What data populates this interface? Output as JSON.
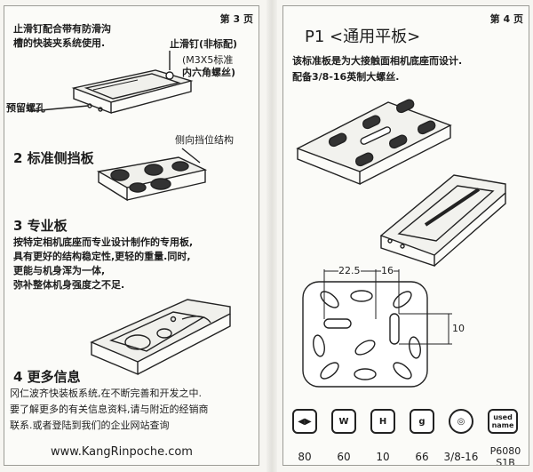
{
  "left": {
    "page_no": "第 3 页",
    "intro": [
      "止滑钉配合带有防滑沟",
      "槽的快装夹系统使用."
    ],
    "stop_pin": [
      "止滑钉(非标配)",
      "(M3X5标准",
      "内六角螺丝)"
    ],
    "reserve_hole": "预留螺孔",
    "side_stop": "侧向挡位结构",
    "section2": "2 标准侧挡板",
    "section3": "3 专业板",
    "section3_text": [
      "按特定相机底座而专业设计制作的专用板,",
      "具有更好的结构稳定性,更轻的重量.同时,",
      "更能与机身浑为一体,",
      "弥补整体机身强度之不足."
    ],
    "section4": "4 更多信息",
    "section4_text": [
      "冈仁波齐快装板系统,在不断完善和开发之中.",
      "要了解更多的有关信息资料,请与附近的经销商",
      "联系.或者登陆到我们的企业网站查询"
    ],
    "website": "www.KangRinpoche.com"
  },
  "right": {
    "page_no": "第 4 页",
    "title": "P1 <通用平板>",
    "desc": [
      "该标准板是为大接触面相机底座而设计.",
      "配备3/8-16英制大螺丝."
    ],
    "dims": {
      "d1": "22.5",
      "d2": "16",
      "d3": "10"
    },
    "specs": [
      {
        "icon": "length-icon",
        "glyph": "◀▶",
        "value": "80"
      },
      {
        "icon": "width-icon",
        "glyph": "W",
        "value": "60"
      },
      {
        "icon": "height-icon",
        "glyph": "H",
        "value": "10"
      },
      {
        "icon": "weight-icon",
        "glyph": "g",
        "value": "66"
      },
      {
        "icon": "screw-icon",
        "glyph": "◎",
        "value": "3/8-16"
      },
      {
        "icon": "used-name-icon",
        "glyph": "used name",
        "value": "P6080 S1B"
      }
    ]
  }
}
